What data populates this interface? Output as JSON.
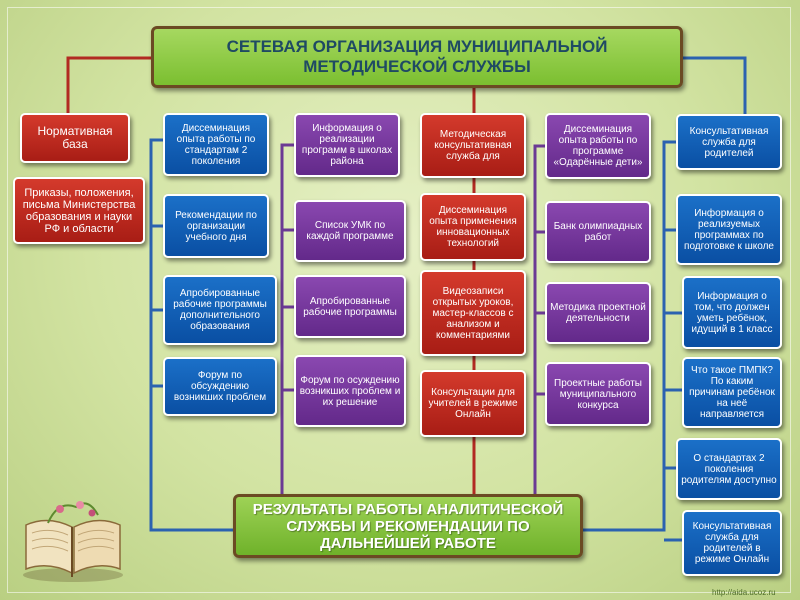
{
  "title": "СЕТЕВАЯ ОРГАНИЗАЦИЯ МУНИЦИПАЛЬНОЙ МЕТОДИЧЕСКОЙ СЛУЖБЫ",
  "results": "РЕЗУЛЬТАТЫ РАБОТЫ АНАЛИТИЧЕСКОЙ СЛУЖБЫ И РЕКОМЕНДАЦИИ ПО ДАЛЬНЕЙШЕЙ РАБОТЕ",
  "watermark": "http://aida.ucoz.ru",
  "colors": {
    "header_fill": "#8cc840",
    "header_border": "#6b4a23",
    "header_text": "#1f4a63",
    "blue_box": "#0d5bb5",
    "purple_box": "#74359e",
    "red_box": "#c22a1f",
    "connector_red": "#b22a22",
    "connector_blue": "#2b62b0",
    "connector_purple": "#6b3a94",
    "background": "#d6e6a8"
  },
  "col1": {
    "head": "Нормативная база",
    "items": [
      "Приказы, положения, письма Министерства образования и науки РФ и области"
    ]
  },
  "col2": {
    "items": [
      "Диссеминация опыта работы по стандартам 2 поколения",
      "Рекомендации по организации учебного дня",
      "Апробированные рабочие программы дополнительного образования",
      "Форум по обсуждению возникших проблем"
    ]
  },
  "col3": {
    "items": [
      "Информация о реализации программ в школах района",
      "Список УМК по каждой программе",
      "Апробированные рабочие программы",
      "Форум по осуждению возникших проблем и их решение"
    ]
  },
  "col4": {
    "head": "Методическая консультативная служба для",
    "items": [
      "Диссеминация опыта применения инновационных технологий",
      "Видеозаписи открытых уроков, мастер-классов с анализом и комментариями",
      "Консультации для учителей в режиме Онлайн"
    ]
  },
  "col5": {
    "items": [
      "Диссеминация опыта работы по программе «Одарённые дети»",
      "Банк олимпиадных работ",
      "Методика проектной деятельности",
      "Проектные работы муниципального конкурса"
    ]
  },
  "col6": {
    "head": "Консультативная служба для родителей",
    "items": [
      "Информация о реализуемых программах по подготовке к школе",
      "Информация о том, что должен уметь ребёнок, идущий в 1 класс",
      "Что такое ПМПК? По каким причинам ребёнок на неё направляется",
      "О стандартах 2 поколения родителям доступно",
      "Консультативная служба для родителей в режиме Онлайн"
    ]
  }
}
